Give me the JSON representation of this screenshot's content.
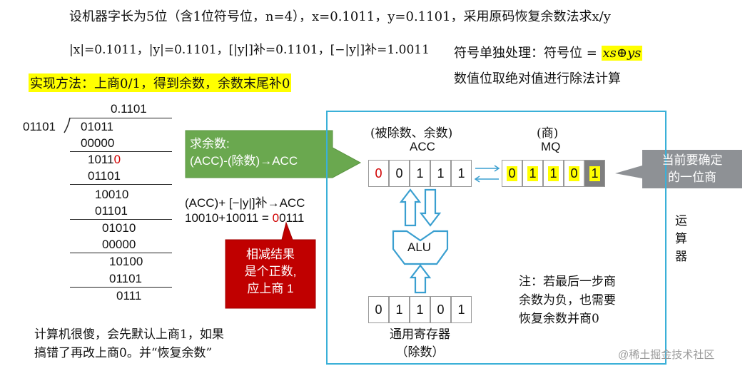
{
  "header": {
    "problem_line": "设机器字长为5位（含1位符号位，n=4），x=0.1011，y=0.1101，采用原码恢复余数法求x/y",
    "values_line": "|x|=0.1011，|y|=0.1101，[|y|]补=0.1101，[−|y|]补=1.0011",
    "sign_rule_prefix": "符号单独处理：符号位 = ",
    "sign_rule_formula": "xs⊕ys",
    "magnitude_rule": "数值位取绝对值进行除法计算",
    "method": "实现方法：上商0/1，得到余数，余数末尾补0"
  },
  "division": {
    "quotient": "0.1101",
    "divisor": "01101",
    "rows": [
      "01011",
      "00000",
      "1011",
      "0",
      "01101",
      "10010",
      "01101",
      "01010",
      "00000",
      "10100",
      "01101",
      "0111"
    ]
  },
  "middle": {
    "green_callout": [
      "求余数:",
      "(ACC)-(除数)→ACC"
    ],
    "formula_1": "(ACC)+ [−|y|]补→ACC",
    "formula_2_prefix": "10010+10011 = ",
    "formula_2_red": "0",
    "formula_2_suffix": "0111",
    "red_callout": [
      "相减结果",
      "是个正数,",
      "应上商 1"
    ]
  },
  "bottom_left": [
    "计算机很傻，会先默认上商1，如果",
    "搞错了再改上商0。并“恢复余数”"
  ],
  "unit": {
    "acc_title": "(被除数、余数)",
    "acc_name": "ACC",
    "acc_bits": [
      "0",
      "0",
      "1",
      "1",
      "1"
    ],
    "mq_title": "(商)",
    "mq_name": "MQ",
    "mq_bits": [
      "0",
      "1",
      "1",
      "0",
      "1"
    ],
    "alu_label": "ALU",
    "reg_bits": [
      "0",
      "1",
      "1",
      "0",
      "1"
    ],
    "reg_label": [
      "通用寄存器",
      "（除数）"
    ],
    "unit_label": [
      "运",
      "算",
      "器"
    ],
    "note": [
      "注：若最后一步商",
      "余数为负，也需要",
      "恢复余数并商0"
    ],
    "gray_callout": [
      "当前要确定",
      "的一位商"
    ]
  },
  "watermark": "@稀土掘金技术社区",
  "colors": {
    "frame": "#3ab0d8",
    "highlight": "#ffff00",
    "green_callout": "#6aa84f",
    "red_callout": "#c00000",
    "gray_callout": "#8e9195",
    "mq_dark_cell": "#7f7f7f",
    "arrow": "#3a9fd0"
  }
}
